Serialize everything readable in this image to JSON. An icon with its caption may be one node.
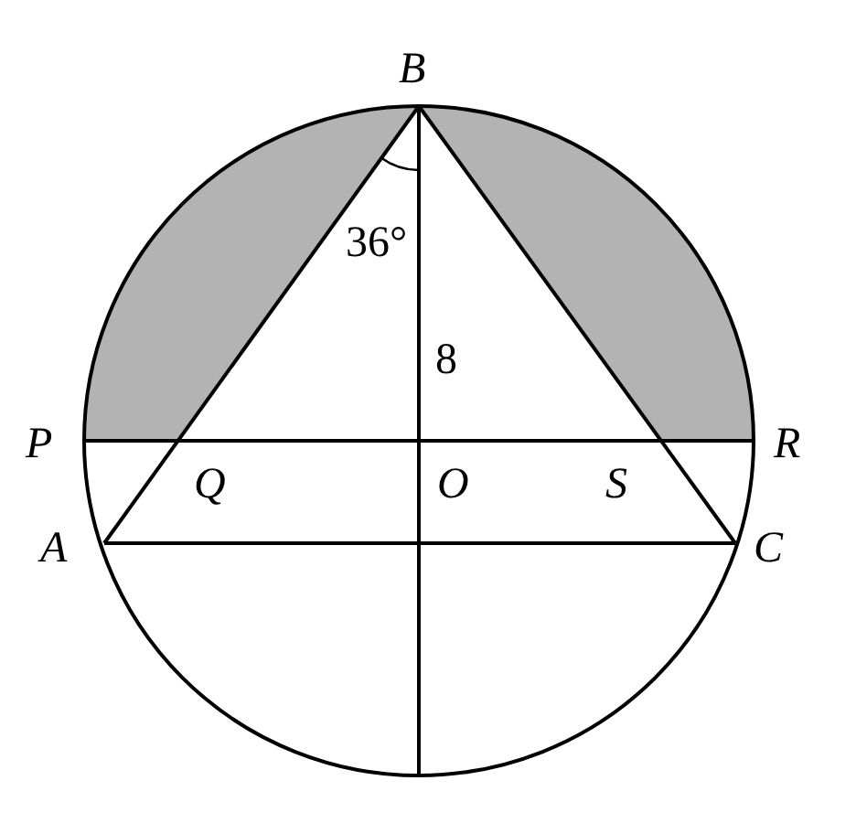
{
  "diagram": {
    "labels": [
      "B",
      "36°",
      "8",
      "P",
      "Q",
      "O",
      "S",
      "R",
      "A",
      "C"
    ]
  }
}
